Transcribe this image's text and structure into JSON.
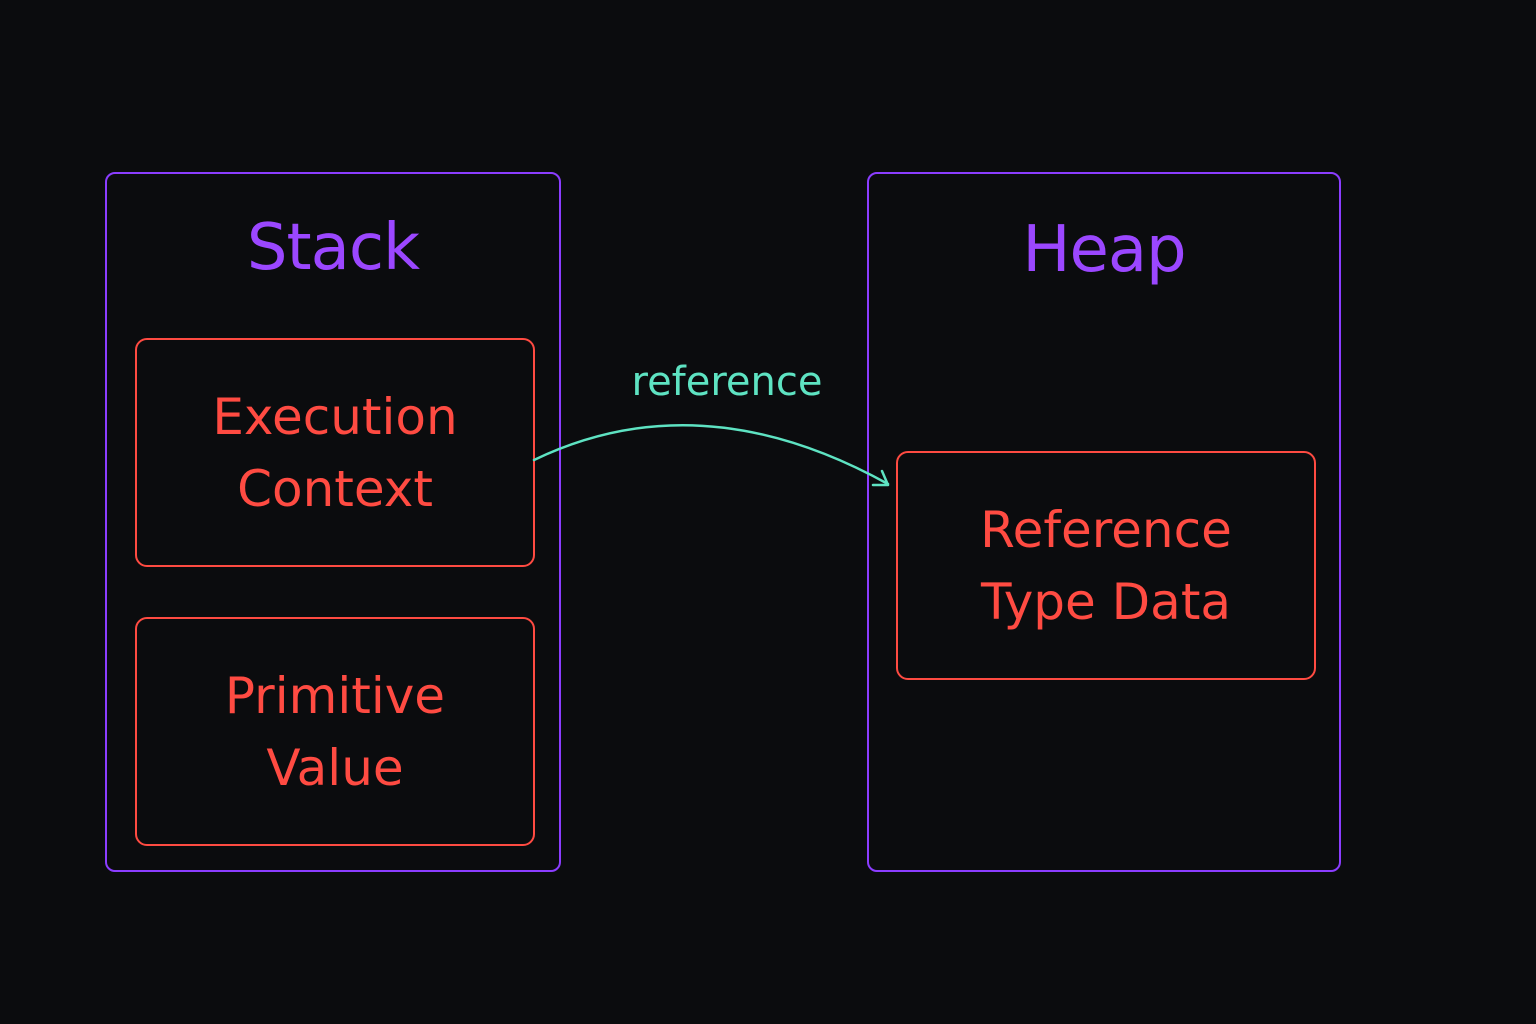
{
  "stack": {
    "title": "Stack",
    "execution_context": {
      "line1": "Execution",
      "line2": "Context"
    },
    "primitive_value": {
      "line1": "Primitive",
      "line2": "Value"
    }
  },
  "heap": {
    "title": "Heap",
    "reference_type_data": {
      "line1": "Reference",
      "line2": "Type Data"
    }
  },
  "connector": {
    "label": "reference"
  },
  "colors": {
    "background": "#0b0c0e",
    "region_border": "#8b3dff",
    "region_title": "#9b47ff",
    "block": "#ff4b42",
    "connector": "#5ee3c2"
  }
}
